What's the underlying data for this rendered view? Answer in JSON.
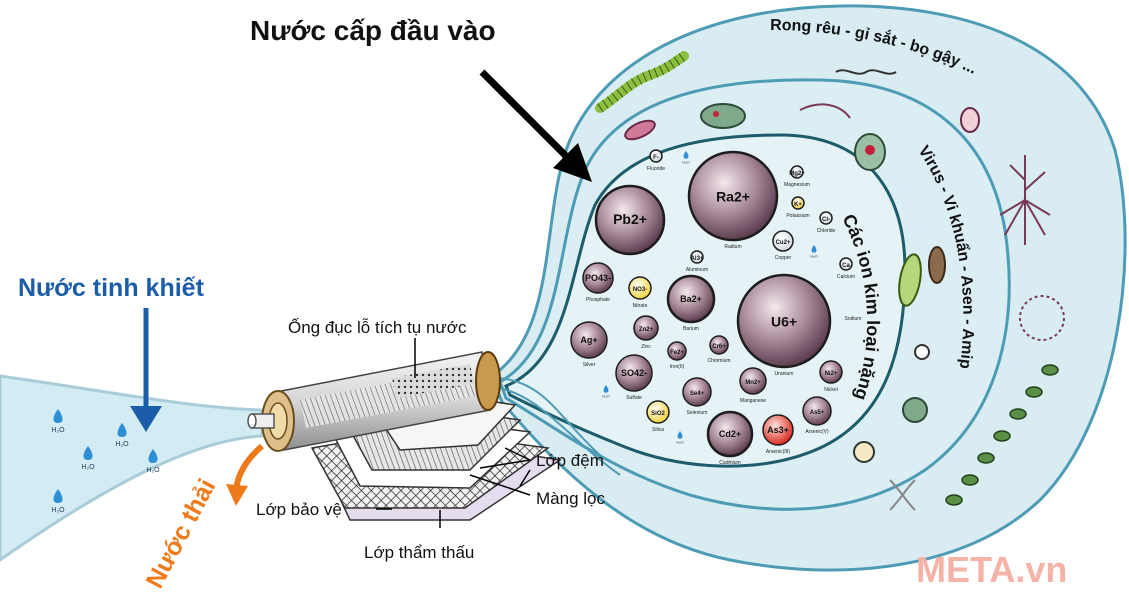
{
  "title": "Nước cấp đầu vào",
  "labels": {
    "pure_water": "Nước tinh khiết",
    "waste_water": "Nước thải",
    "collection_tube": "Ống đục lỗ tích tụ nước",
    "spacer_layer": "Lớp đệm",
    "membrane": "Màng lọc",
    "protective_layer": "Lớp bảo vệ",
    "permeate_layer": "Lớp thẩm thấu",
    "algae_ring": "Rong rêu - gỉ sắt - bọ gậy ...",
    "microbe_ring": "Virus - Vi khuẩn - Asen - Amip",
    "ion_ring": "Các ion kim loại nặng",
    "watermark": "META.vn"
  },
  "water_symbol": "H₂O",
  "colors": {
    "pure_water_text": "#1b5da8",
    "arrow_blue": "#1b5da8",
    "waste_orange": "#ef7a1a",
    "outer_fill": "#d8ecf2",
    "outer_stroke": "#4d9bb4",
    "inner_fill": "#e6f3f6",
    "ion_stroke": "#1d5c6a",
    "watermark": "#f5b3a8"
  },
  "ions": [
    {
      "symbol": "Pb2+",
      "name": ""
    },
    {
      "symbol": "Ra2+",
      "name": "Radium"
    },
    {
      "symbol": "Mg2+",
      "name": "Magnesium"
    },
    {
      "symbol": "K+",
      "name": "Potassium"
    },
    {
      "symbol": "Cl-",
      "name": "Chloride"
    },
    {
      "symbol": "F-",
      "name": "Fluoride"
    },
    {
      "symbol": "Cu2+",
      "name": "Copper"
    },
    {
      "symbol": "Al3+",
      "name": "Aluminum"
    },
    {
      "symbol": "Ca",
      "name": "Calcium"
    },
    {
      "symbol": "PO43-",
      "name": "Phosphate"
    },
    {
      "symbol": "NO3-",
      "name": "Nitrate"
    },
    {
      "symbol": "Ba2+",
      "name": "Barium"
    },
    {
      "symbol": "U6+",
      "name": "Uranium"
    },
    {
      "symbol": "Ag+",
      "name": "Silver"
    },
    {
      "symbol": "Zn2+",
      "name": "Zinc"
    },
    {
      "symbol": "Fe2+",
      "name": "Iron(II)"
    },
    {
      "symbol": "Cr6+",
      "name": "Chromium"
    },
    {
      "symbol": "SO42-",
      "name": "Sulfate"
    },
    {
      "symbol": "Se4+",
      "name": "Selenium"
    },
    {
      "symbol": "Mn2+",
      "name": "Manganese"
    },
    {
      "symbol": "Ni2+",
      "name": "Nickel"
    },
    {
      "symbol": "SiO2",
      "name": "Silica"
    },
    {
      "symbol": "Cd2+",
      "name": "Cadmium"
    },
    {
      "symbol": "As3+",
      "name": "Arsenic(III)"
    },
    {
      "symbol": "As5+",
      "name": "Arsenic(V)"
    },
    {
      "symbol": "",
      "name": "Sodium"
    }
  ]
}
